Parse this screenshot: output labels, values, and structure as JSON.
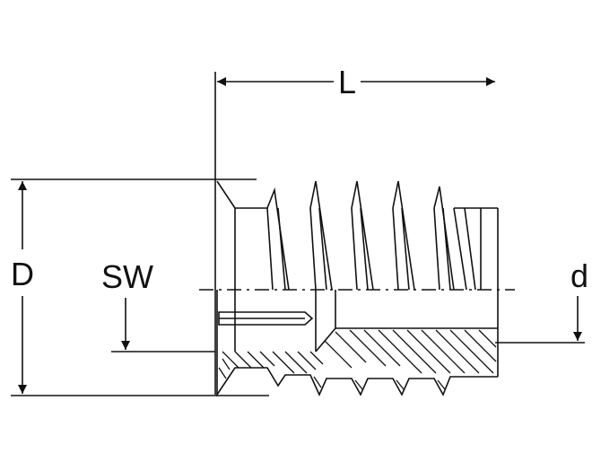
{
  "labels": {
    "length": "L",
    "outer_diameter": "D",
    "drive_size": "SW",
    "inner_thread": "d"
  },
  "colors": {
    "line": "#111111",
    "background": "#ffffff"
  }
}
